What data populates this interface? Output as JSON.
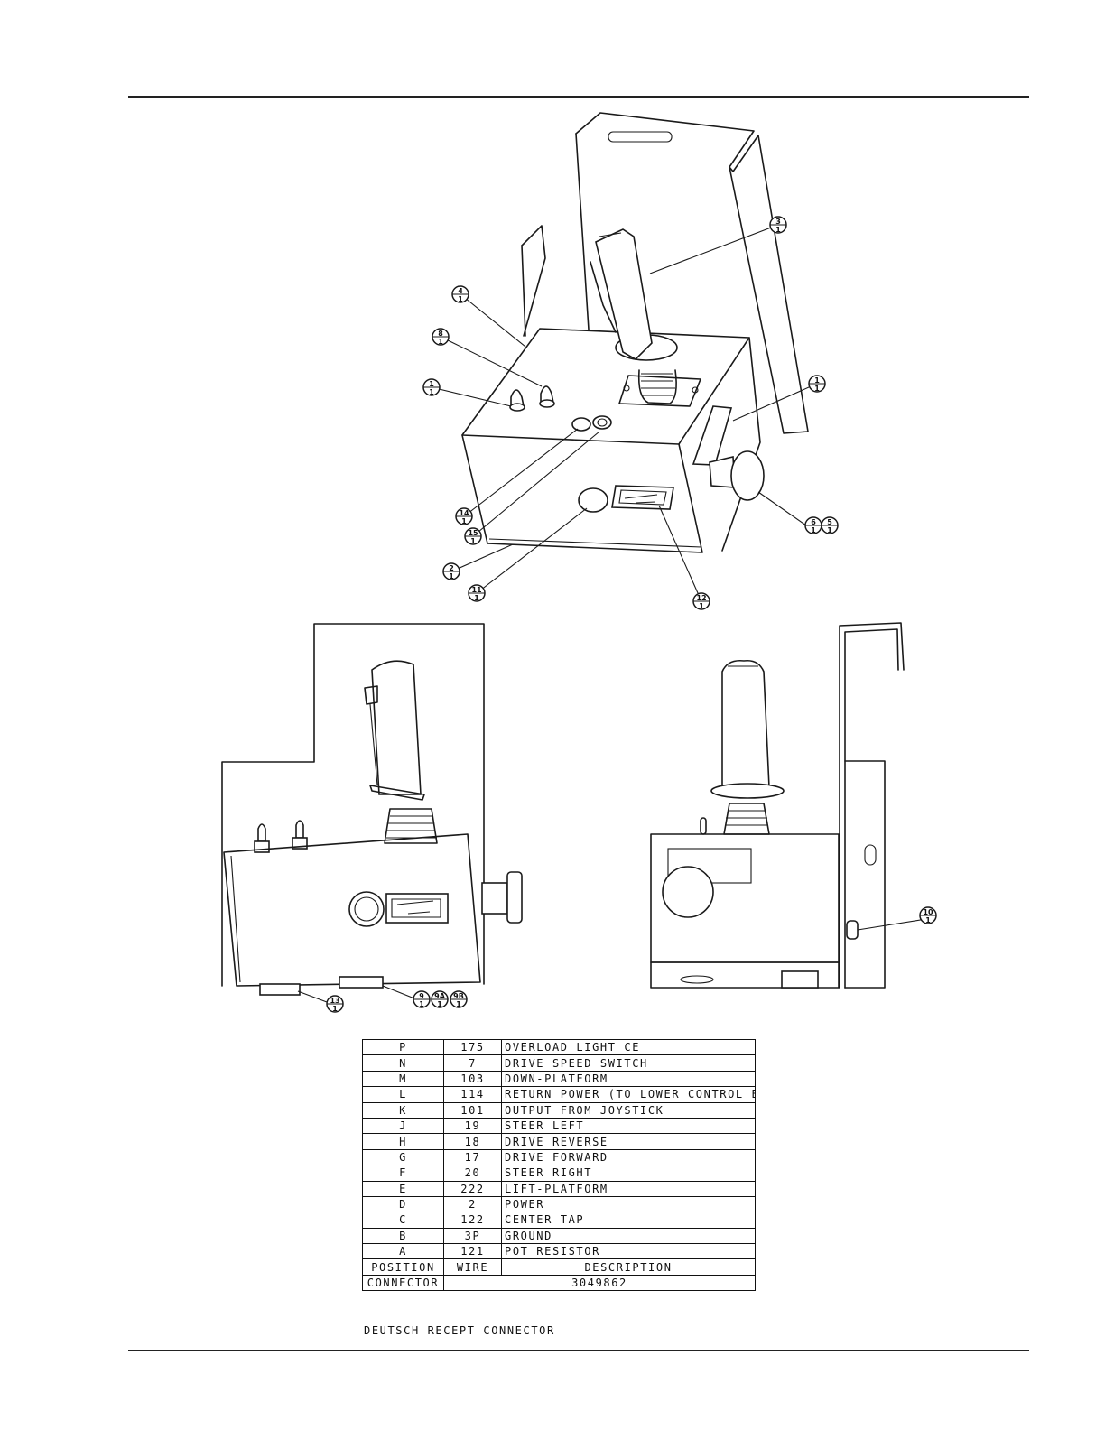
{
  "callouts": {
    "iso": [
      {
        "top": "3",
        "bottom": "1"
      },
      {
        "top": "4",
        "bottom": "1"
      },
      {
        "top": "8",
        "bottom": "1"
      },
      {
        "top": "1",
        "bottom": "1"
      },
      {
        "top": "1",
        "bottom": "1"
      },
      {
        "top": "14",
        "bottom": "1"
      },
      {
        "top": "15",
        "bottom": "1"
      },
      {
        "top": "6",
        "bottom": "1"
      },
      {
        "top": "5",
        "bottom": "1"
      },
      {
        "top": "2",
        "bottom": "1"
      },
      {
        "top": "11",
        "bottom": "1"
      },
      {
        "top": "12",
        "bottom": "1"
      }
    ],
    "side": [
      {
        "top": "13",
        "bottom": "1"
      },
      {
        "top": "9",
        "bottom": "1"
      },
      {
        "top": "9A",
        "bottom": "1"
      },
      {
        "top": "9B",
        "bottom": "1"
      }
    ],
    "front": [
      {
        "top": "10",
        "bottom": "1"
      }
    ]
  },
  "connector_table": {
    "rows": [
      {
        "position": "P",
        "wire": "175",
        "description": "OVERLOAD LIGHT CE"
      },
      {
        "position": "N",
        "wire": "7",
        "description": "DRIVE SPEED SWITCH"
      },
      {
        "position": "M",
        "wire": "103",
        "description": "DOWN-PLATFORM"
      },
      {
        "position": "L",
        "wire": "114",
        "description": "RETURN POWER (TO LOWER CONTROL BOX)"
      },
      {
        "position": "K",
        "wire": "101",
        "description": "OUTPUT FROM JOYSTICK"
      },
      {
        "position": "J",
        "wire": "19",
        "description": "STEER LEFT"
      },
      {
        "position": "H",
        "wire": "18",
        "description": "DRIVE REVERSE"
      },
      {
        "position": "G",
        "wire": "17",
        "description": "DRIVE FORWARD"
      },
      {
        "position": "F",
        "wire": "20",
        "description": "STEER RIGHT"
      },
      {
        "position": "E",
        "wire": "222",
        "description": "LIFT-PLATFORM"
      },
      {
        "position": "D",
        "wire": "2",
        "description": "POWER"
      },
      {
        "position": "C",
        "wire": "122",
        "description": "CENTER TAP"
      },
      {
        "position": "B",
        "wire": "3P",
        "description": "GROUND"
      },
      {
        "position": "A",
        "wire": "121",
        "description": "POT RESISTOR"
      }
    ],
    "header": {
      "position": "POSITION",
      "wire": "WIRE",
      "description": "DESCRIPTION"
    },
    "connector_label": "CONNECTOR",
    "connector_part_number": "3049862",
    "caption": "DEUTSCH RECEPT CONNECTOR"
  }
}
